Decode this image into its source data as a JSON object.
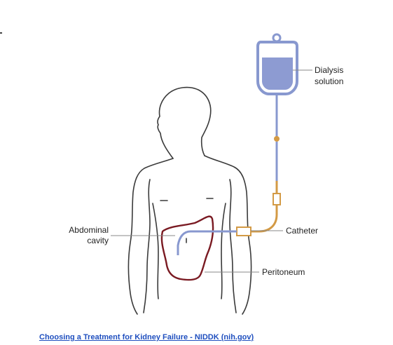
{
  "labels": {
    "dialysis_line1": "Dialysis",
    "dialysis_line2": "solution",
    "abdominal_line1": "Abdominal",
    "abdominal_line2": "cavity",
    "catheter": "Catheter",
    "peritoneum": "Peritoneum"
  },
  "source_link": "Choosing a Treatment for Kidney Failure - NIDDK (nih.gov)",
  "colors": {
    "outline": "#3a3a3a",
    "tube_blue": "#8898cf",
    "tube_gold": "#d39a45",
    "peritoneum": "#7a1a22",
    "solution_fill": "#8d9bd2",
    "leader_line": "#888888",
    "link": "#1f4fbf"
  }
}
